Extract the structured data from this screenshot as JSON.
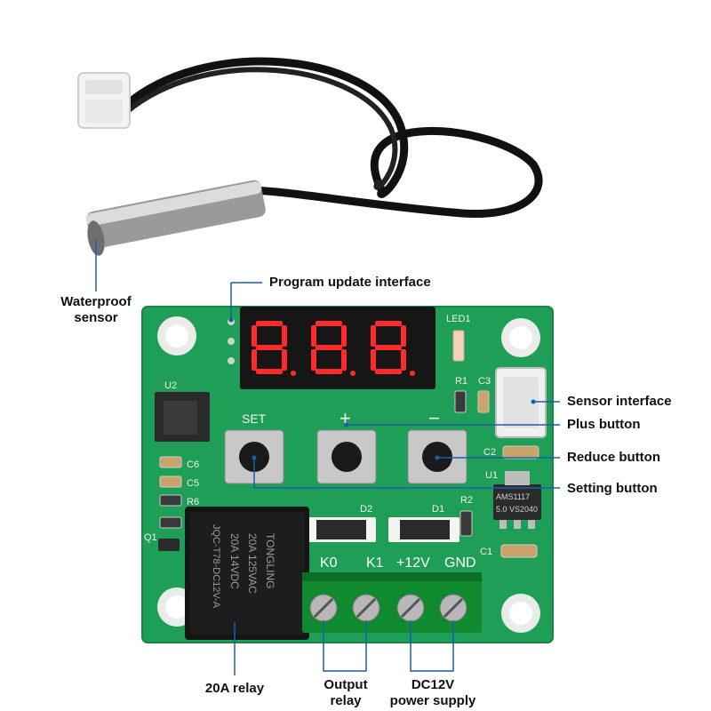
{
  "callouts": {
    "waterproof_sensor": [
      "Waterproof",
      "sensor"
    ],
    "program_update_interface": "Program update interface",
    "sensor_interface": "Sensor interface",
    "plus_button": "Plus button",
    "reduce_button": "Reduce button",
    "setting_button": "Setting button",
    "relay_20a": "20A relay",
    "output_relay": [
      "Output",
      "relay"
    ],
    "dc12v_supply": [
      "DC12V",
      "power supply"
    ]
  },
  "board": {
    "button_labels": {
      "set": "SET",
      "plus": "+",
      "minus": "−"
    },
    "terminal_labels": [
      "K0",
      "K1",
      "+12V",
      "GND"
    ],
    "silkscreen": {
      "led": "LED1",
      "u2": "U2",
      "u1": "U1",
      "r1": "R1",
      "r2": "R2",
      "r6": "R6",
      "c1": "C1",
      "c2": "C2",
      "c3": "C3",
      "c5": "C5",
      "c6": "C6",
      "d1": "D1",
      "d2": "D2",
      "q1": "Q1"
    },
    "regulator_text": [
      "AMS1117",
      "5.0 VS2040"
    ],
    "relay_text": [
      "TONGLING",
      "20A 125VAC",
      "20A 14VDC",
      "JQC-T78-DC12V-A"
    ],
    "display_digits": "8.8.8."
  },
  "colors": {
    "pcb": "#1e9e57",
    "display_red": "#ff2a2a",
    "terminal_green": "#0f8a2e",
    "callout_line": "#1a5fa8"
  }
}
